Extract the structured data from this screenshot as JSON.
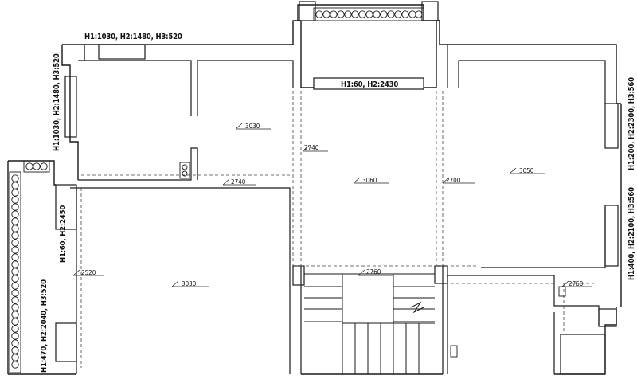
{
  "colors": {
    "wall": "#1a1a1a",
    "line": "#333333",
    "dash": "#444444",
    "background": "#ffffff"
  },
  "window_labels": {
    "top_left": "H1:1030, H2:1480, H3:520",
    "left_upper": "H1:1030, H2:1480, H3:520",
    "left_middle": "H1:60, H2:2450",
    "left_lower": "H1:470, H2:2040, H3:520",
    "top_center": "H1:60, H2:2430",
    "right_upper": "H1:200, H2:2300, H3:560",
    "right_lower": "H1:400, H2:2100, H3:560"
  },
  "ceiling_heights": {
    "room_top_right_corner": "3030",
    "room_top_left_dash": "2740",
    "room_top_center_dash": "2740",
    "center_room": "3060",
    "center_right_dash": "2700",
    "right_room": "3050",
    "left_big_room": "3030",
    "left_big_room_dash": "2520",
    "stair_top_dash": "2760",
    "bottom_right_dash": "2760"
  }
}
